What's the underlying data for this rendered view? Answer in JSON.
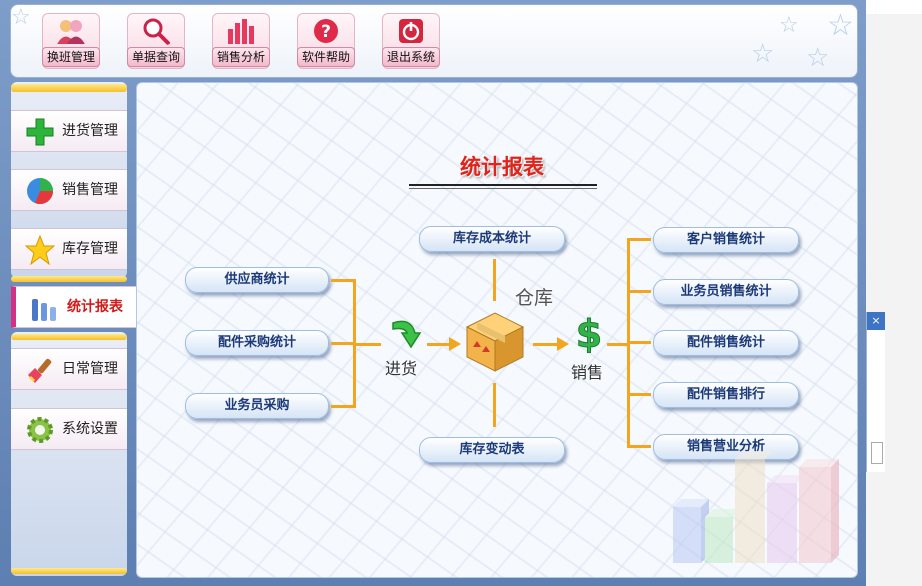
{
  "toolbar": {
    "buttons": [
      {
        "label": "换班管理",
        "icon": "users-icon"
      },
      {
        "label": "单据查询",
        "icon": "magnifier-icon"
      },
      {
        "label": "销售分析",
        "icon": "bar-chart-icon"
      },
      {
        "label": "软件帮助",
        "icon": "help-icon"
      },
      {
        "label": "退出系统",
        "icon": "power-icon"
      }
    ]
  },
  "sidebar": {
    "items": [
      {
        "label": "进货管理",
        "icon": "plus-icon"
      },
      {
        "label": "销售管理",
        "icon": "pie-icon"
      },
      {
        "label": "库存管理",
        "icon": "star-icon"
      },
      {
        "label": "统计报表",
        "icon": "bars-icon",
        "active": true
      },
      {
        "label": "日常管理",
        "icon": "brush-icon"
      },
      {
        "label": "系统设置",
        "icon": "gear-icon"
      }
    ]
  },
  "main": {
    "title": "统计报表",
    "warehouse_label": "仓库",
    "purchase_label": "进货",
    "sales_label": "销售",
    "purchase_reports": [
      "供应商统计",
      "配件采购统计",
      "业务员采购"
    ],
    "stock_reports": {
      "top": "库存成本统计",
      "bottom": "库存变动表"
    },
    "sales_reports": [
      "客户销售统计",
      "业务员销售统计",
      "配件销售统计",
      "配件销售排行",
      "销售营业分析"
    ]
  },
  "colors": {
    "accent": "#f2a51f",
    "title": "#e0241c",
    "active": "#d62f86"
  }
}
